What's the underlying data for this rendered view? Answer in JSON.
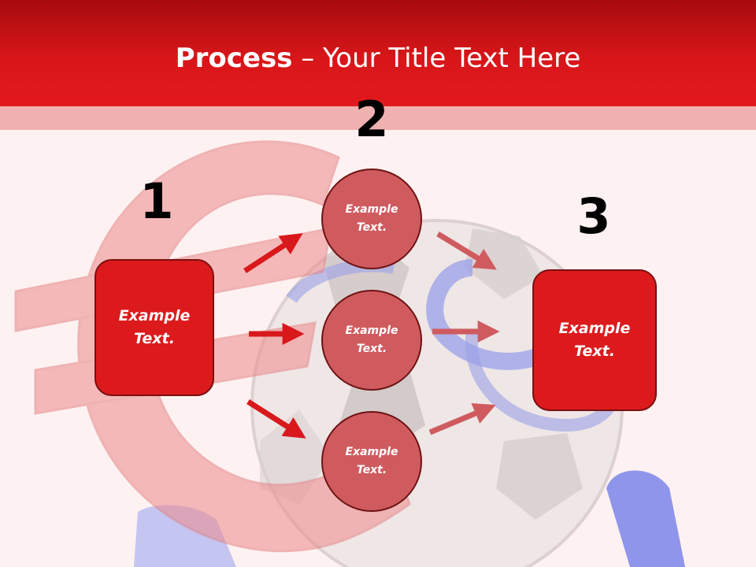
{
  "title": {
    "bold": "Process",
    "rest": " – Your Title Text Here"
  },
  "steps": {
    "one": {
      "number": "1",
      "label": "Example Text."
    },
    "two": {
      "number": "2"
    },
    "three": {
      "number": "3",
      "label": "Example Text."
    }
  },
  "circles": [
    {
      "label": "Example Text."
    },
    {
      "label": "Example Text."
    },
    {
      "label": "Example Text."
    }
  ],
  "colors": {
    "header": "#d81619",
    "box": "#dc1a1c",
    "circle": "#cf5b5f",
    "arrow_dark": "#d9181c",
    "arrow_light": "#cf5b5f"
  },
  "background_art": [
    "euro-sign",
    "soccer-ball",
    "blue-figure"
  ]
}
